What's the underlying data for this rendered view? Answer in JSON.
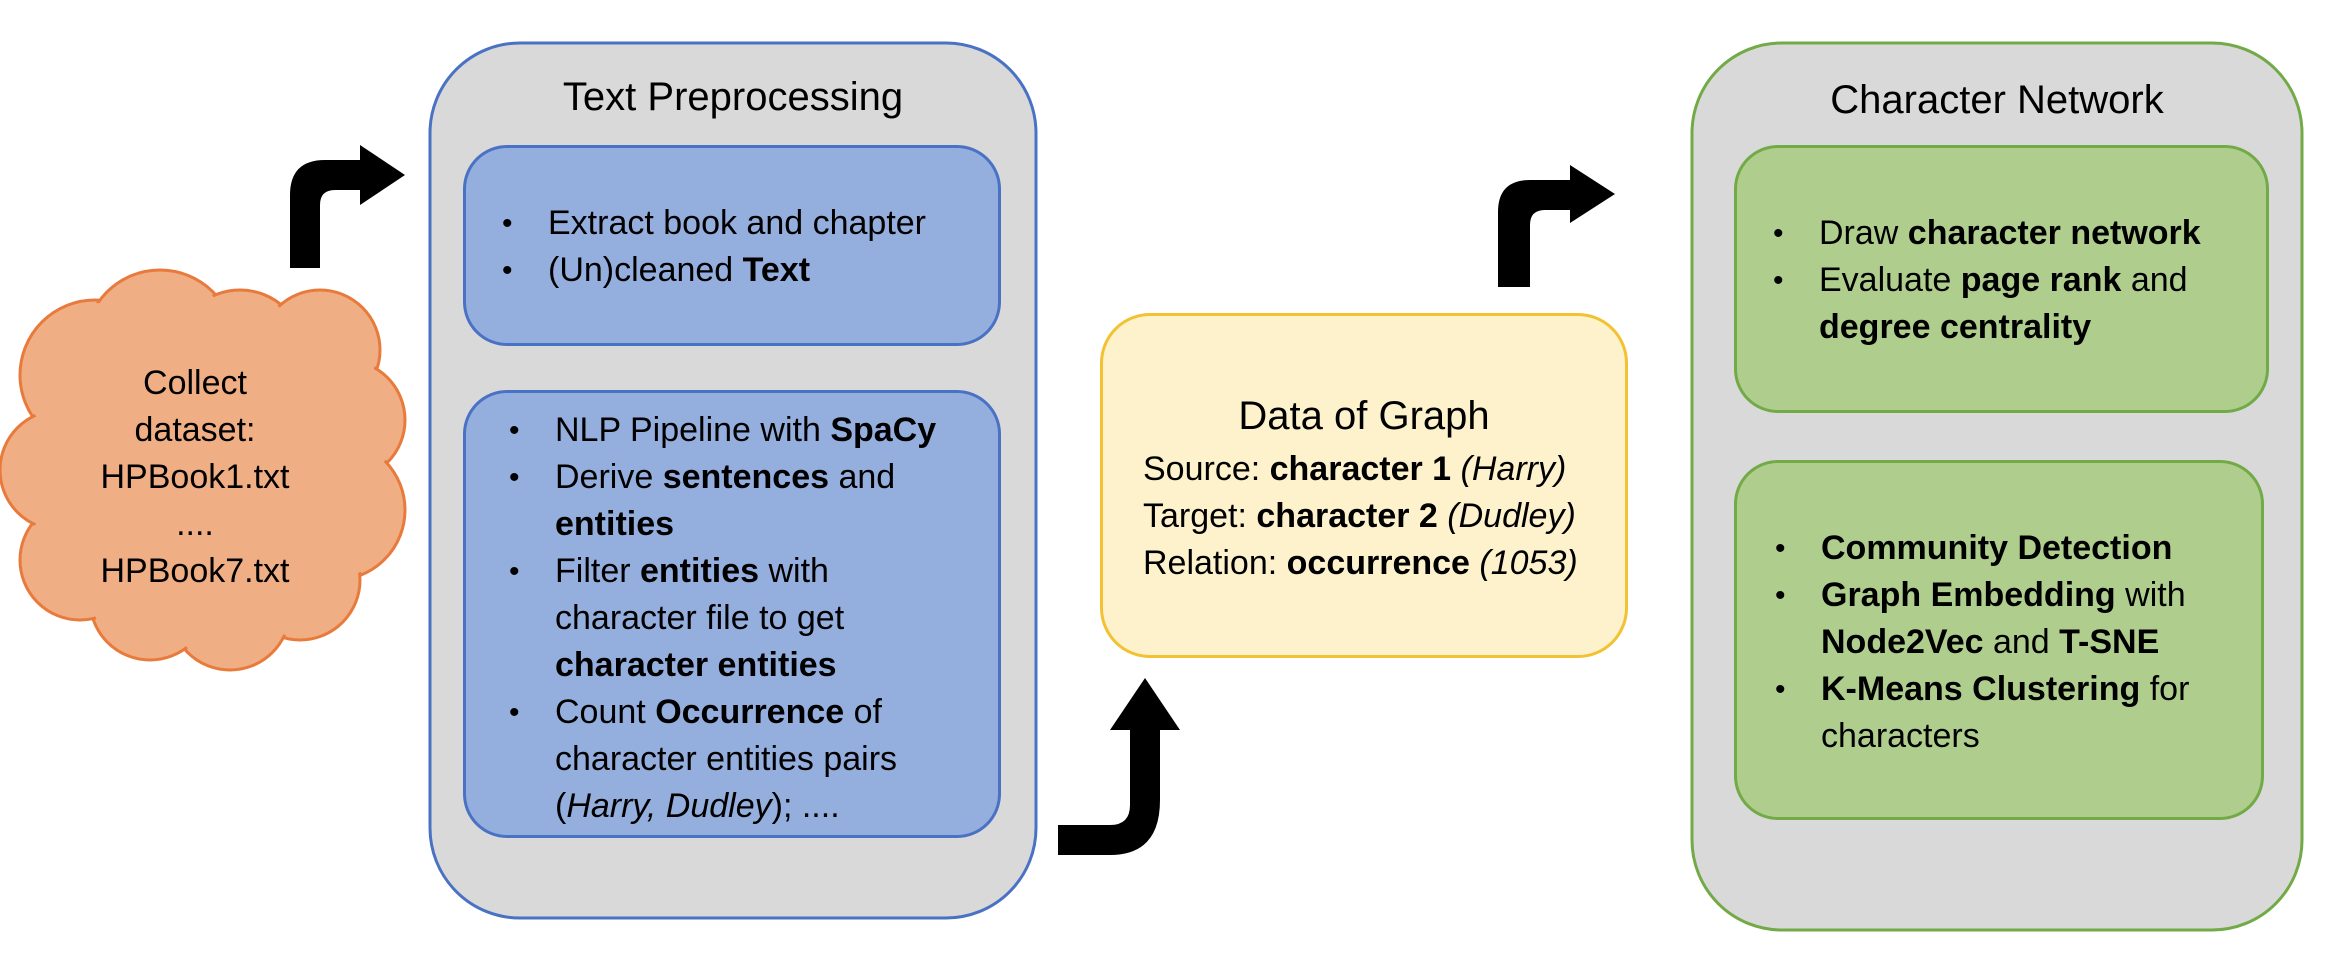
{
  "colors": {
    "panel_fill": "#d9d9d9",
    "blue_border": "#4a72c4",
    "blue_fill": "#94aede",
    "green_border": "#72aa47",
    "green_fill": "#afce8e",
    "yellow_border": "#f2c232",
    "yellow_fill": "#fdf2cc",
    "cloud_fill": "#efae84",
    "cloud_border": "#e87a3c",
    "arrow": "#000000"
  },
  "cloud": {
    "line1": "Collect",
    "line2": "dataset:",
    "line3": "HPBook1.txt",
    "line4": "....",
    "line5": "HPBook7.txt"
  },
  "text_preprocessing": {
    "title": "Text Preprocessing",
    "box1": {
      "item1": "Extract book and chapter",
      "item2_pre": "(Un)cleaned ",
      "item2_bold": "Text"
    },
    "box2": {
      "item1_pre": "NLP Pipeline with ",
      "item1_bold": "SpaCy",
      "item2_pre": "Derive ",
      "item2_bold1": "sentences",
      "item2_mid": " and",
      "item2_bold2": "entities",
      "item3_pre": "Filter ",
      "item3_bold1": "entities",
      "item3_mid": " with",
      "item3_line2": "character file to get",
      "item3_bold2": "character entities",
      "item4_pre": "Count ",
      "item4_bold": "Occurrence",
      "item4_mid": " of",
      "item4_line2": "character entities pairs",
      "item4_open": "(",
      "item4_italic": "Harry, Dudley",
      "item4_close": "); ...."
    }
  },
  "data_of_graph": {
    "title": "Data of Graph",
    "source_label": "Source: ",
    "source_bold": "character 1",
    "source_italic": " (Harry)",
    "target_label": "Target: ",
    "target_bold": "character 2",
    "target_italic": " (Dudley)",
    "relation_label": "Relation: ",
    "relation_bold": "occurrence",
    "relation_italic": " (1053)"
  },
  "character_network": {
    "title": "Character Network",
    "box1": {
      "item1_pre": "Draw ",
      "item1_bold": "character network",
      "item2_pre": "Evaluate ",
      "item2_bold1": "page rank",
      "item2_mid": " and",
      "item2_bold2": "degree centrality"
    },
    "box2": {
      "item1_bold": "Community Detection",
      "item2_bold": "Graph Embedding",
      "item2_mid": " with",
      "item2_bold2": "Node2Vec",
      "item2_and": " and ",
      "item2_bold3": "T-SNE",
      "item3_bold": "K-Means Clustering",
      "item3_mid": " for",
      "item3_line2": "characters"
    }
  },
  "arrows": [
    "bent-up-right-arrow",
    "bent-up-right-arrow",
    "bent-right-up-arrow"
  ]
}
